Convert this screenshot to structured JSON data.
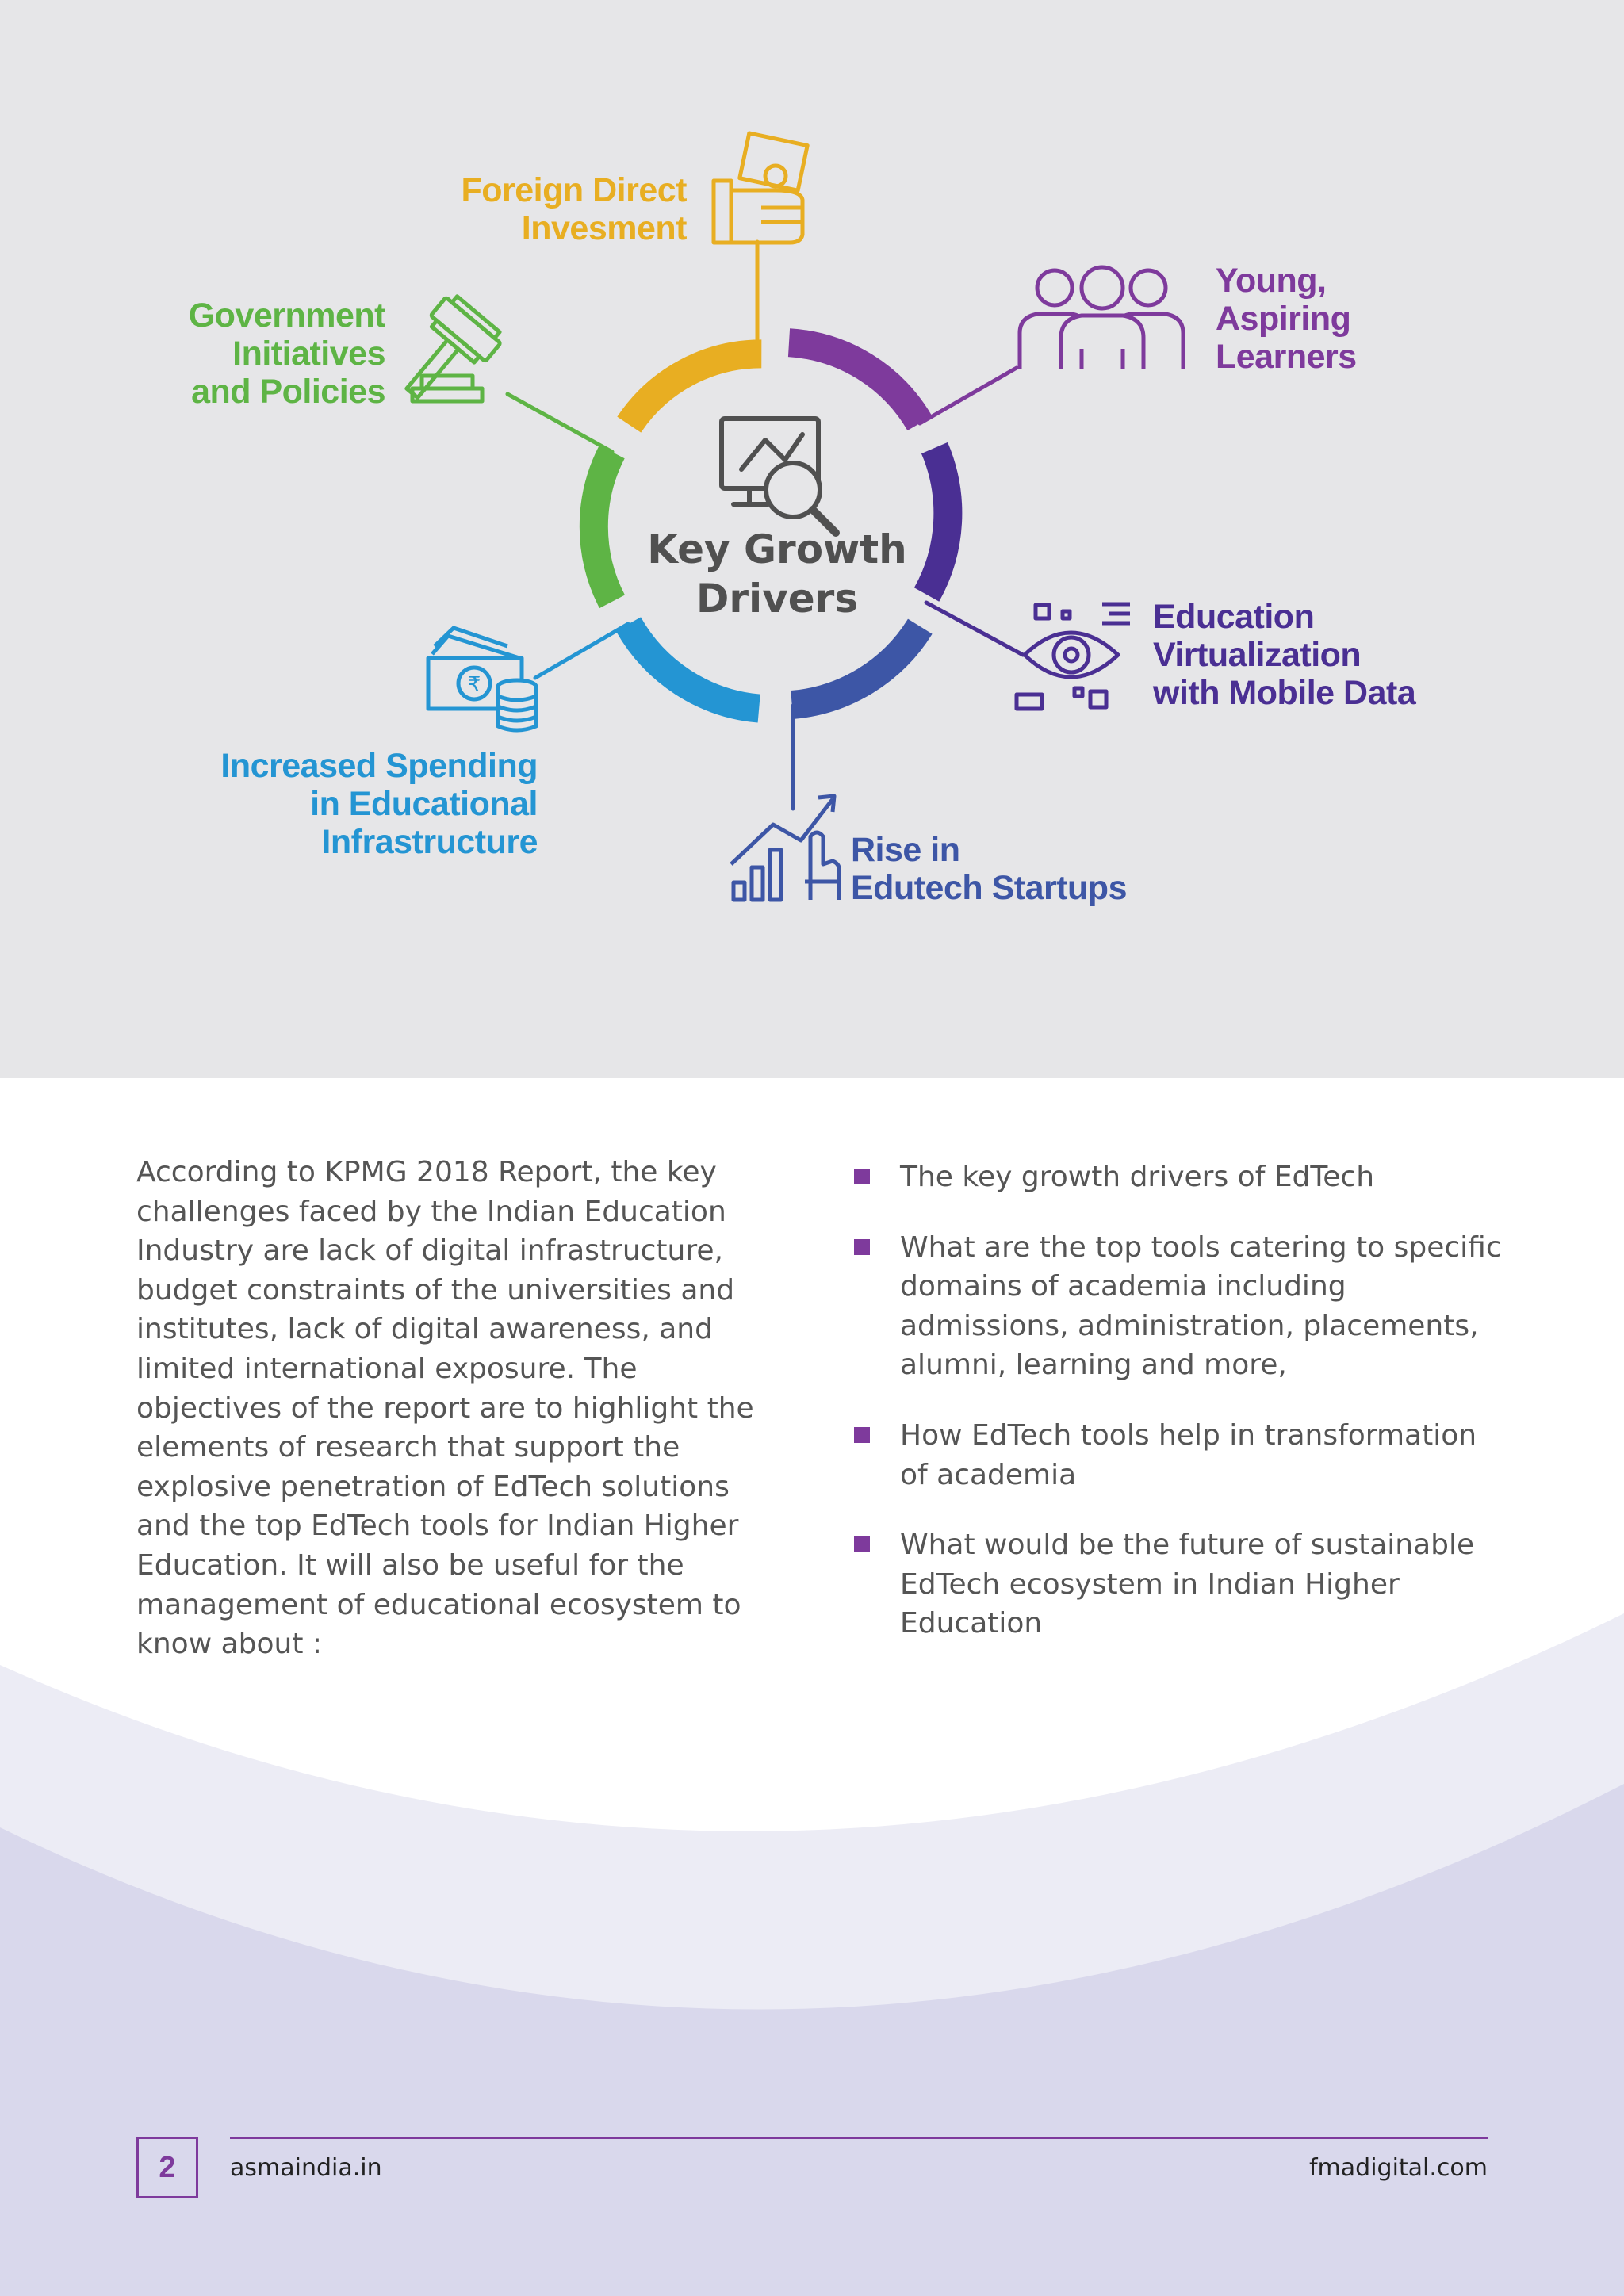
{
  "diagram": {
    "center_title": "Key Growth\nDrivers",
    "center_icon": "analytics-monitor-magnifier-icon",
    "drivers": [
      {
        "id": "fdi",
        "label": "Foreign Direct\nInvesment",
        "color": "#e8ae22",
        "icon": "hand-money-icon"
      },
      {
        "id": "young",
        "label": "Young,\nAspiring\nLearners",
        "color": "#7e3a9c",
        "icon": "group-of-people-icon"
      },
      {
        "id": "virtualization",
        "label": "Education\nVirtualization\nwith Mobile Data",
        "color": "#4a2f93",
        "icon": "eye-virtual-icon"
      },
      {
        "id": "startups",
        "label": "Rise in\nEdutech Startups",
        "color": "#3d56a6",
        "icon": "growth-chart-hand-icon"
      },
      {
        "id": "spending",
        "label": "Increased Spending\nin Educational\nInfrastructure",
        "color": "#2495d3",
        "icon": "rupee-money-coins-icon"
      },
      {
        "id": "government",
        "label": "Government\nInitiatives\nand Policies",
        "color": "#5eb445",
        "icon": "gavel-icon"
      }
    ]
  },
  "body": {
    "paragraph": "According to KPMG 2018 Report, the key challenges faced by the Indian Education Industry are lack of digital infrastructure, budget constraints of the universities and institutes, lack of digital awareness, and limited international exposure. The objectives of the report are to highlight the elements of research that support the explosive penetration of EdTech solutions and the top EdTech tools for Indian Higher Education. It will also be useful for the management of educational ecosystem to know about :",
    "bullets": [
      "The key growth drivers of EdTech",
      "What are the top tools catering to specific domains of academia including admissions, administration, placements, alumni, learning and more,",
      "How EdTech tools help in transformation of academia",
      "What would be the future of sustainable EdTech ecosystem in Indian Higher Education"
    ]
  },
  "footer": {
    "page_number": "2",
    "left_url": "asmaindia.in",
    "right_url": "fmadigital.com"
  },
  "colors": {
    "accent": "#7e3a9c",
    "hero_bg": "#e6e6e8",
    "wave_light": "#ececf5",
    "wave_dark": "#d9d8ec",
    "text": "#555555"
  }
}
